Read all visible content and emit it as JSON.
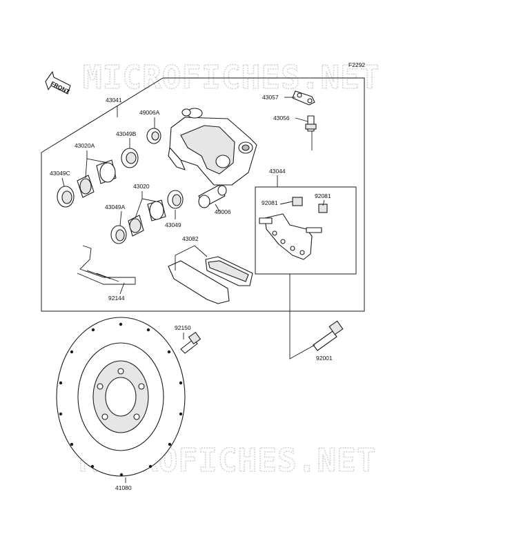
{
  "figure_code": "F2292",
  "front_label": "FRONT",
  "watermark": "MICROFICHES.NET",
  "parts": {
    "p43041": "43041",
    "p49006A": "49006A",
    "p43049B": "43049B",
    "p43020A": "43020A",
    "p43049C": "43049C",
    "p43020": "43020",
    "p43049A": "43049A",
    "p43049": "43049",
    "p49006": "49006",
    "p43082": "43082",
    "p92144": "92144",
    "p43057": "43057",
    "p43056": "43056",
    "p43044": "43044",
    "p92081a": "92081",
    "p92081b": "92081",
    "p92150": "92150",
    "p92001": "92001",
    "p41080": "41080"
  }
}
